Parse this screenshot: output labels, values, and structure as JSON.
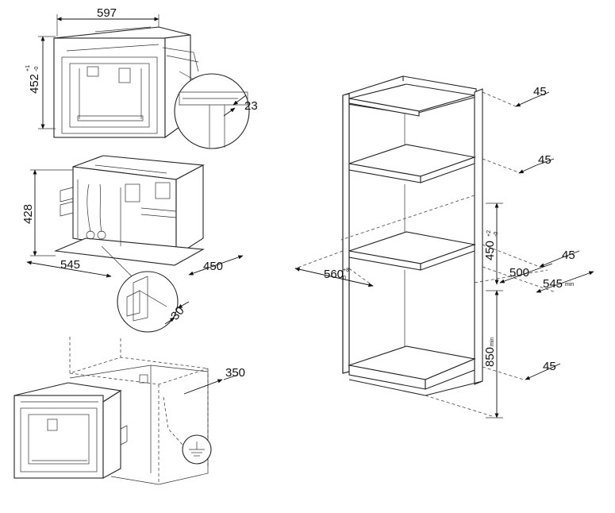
{
  "diagram": {
    "dimensions": {
      "top_width": "597",
      "top_height": "452",
      "top_height_tol_plus": "+1",
      "top_height_tol_minus": "-0",
      "top_detail": "23",
      "mid_height": "428",
      "mid_depth": "545",
      "mid_width": "450",
      "mid_detail": "30",
      "bottom_gap": "350",
      "cab_gap_1": "45",
      "cab_gap_2": "45",
      "cab_gap_3": "45",
      "cab_gap_4": "45",
      "cab_width": "560",
      "cab_width_tol_plus": "+8",
      "cab_width_tol_minus": "0",
      "cab_niche_height": "450",
      "cab_niche_tol_plus": "+2",
      "cab_niche_tol_minus": "-0",
      "cab_depth_500": "500",
      "cab_depth_545": "545",
      "cab_depth_545_suffix": "min",
      "cab_height_850": "850",
      "cab_height_850_suffix": "min"
    }
  }
}
